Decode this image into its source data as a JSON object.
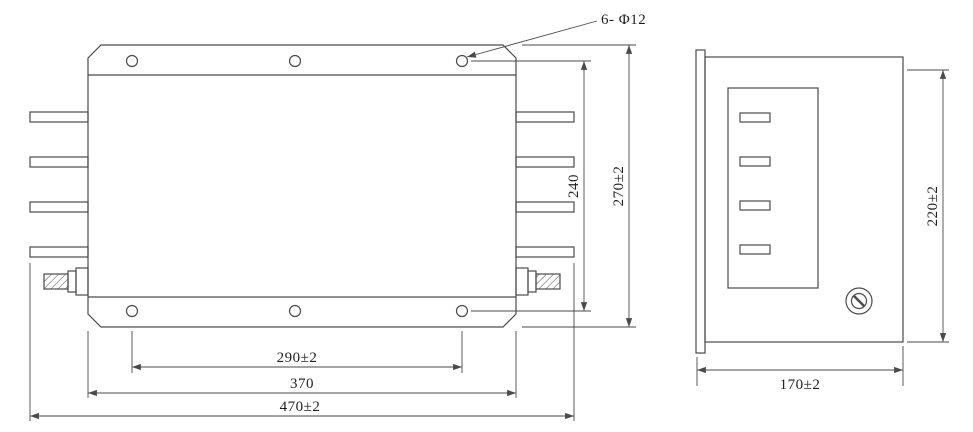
{
  "drawing": {
    "type": "dimensioned engineering drawing, two orthographic views of a filter enclosure",
    "front_view": {
      "hole_callout": "6- Φ12",
      "dims": {
        "hole_spacing_vertical": "240",
        "overall_height": "270±2",
        "hole_spacing_horizontal": "290±2",
        "body_width": "370",
        "overall_width": "470±2"
      }
    },
    "side_view": {
      "dims": {
        "height": "220±2",
        "depth": "170±2"
      }
    }
  },
  "colors": {
    "line": "#4a4a4a",
    "text": "#1f1f1f",
    "background": "#ffffff"
  }
}
